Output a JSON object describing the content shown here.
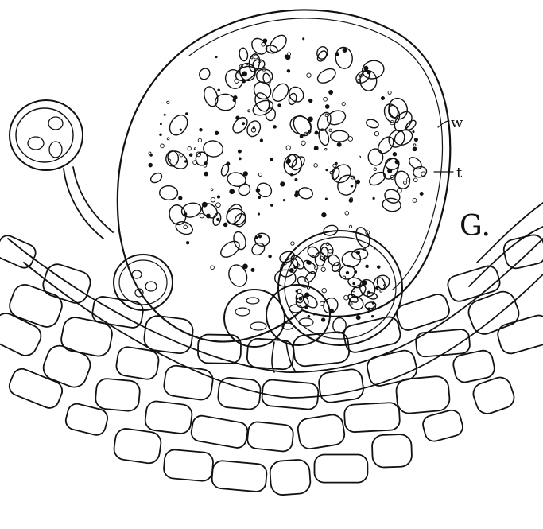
{
  "figure": {
    "label_w": "w",
    "label_t": "t",
    "panel_label": "G."
  },
  "colors": {
    "ink": "#111111",
    "paper": "#ffffff"
  }
}
